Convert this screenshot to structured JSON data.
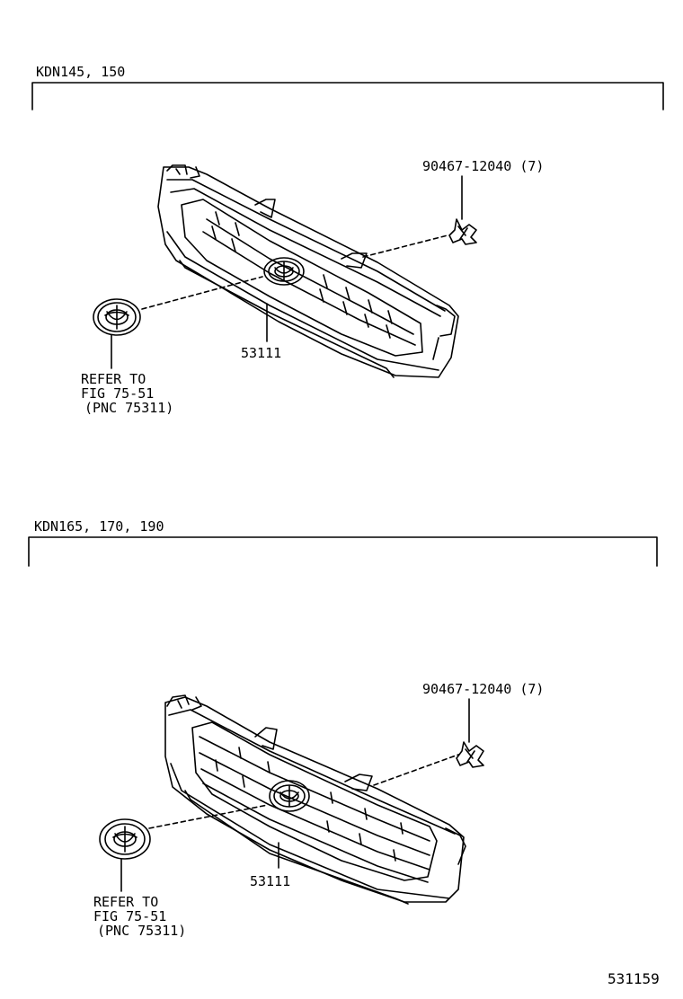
{
  "sections": [
    {
      "model_header": "KDN145, 150",
      "grille_part_no": "53111",
      "clip_part_no": "90467-12040 (7)",
      "emblem_ref_lines": [
        "REFER TO",
        "FIG 75-51",
        "(PNC 75311)"
      ]
    },
    {
      "model_header": "KDN165, 170, 190",
      "grille_part_no": "53111",
      "clip_part_no": "90467-12040 (7)",
      "emblem_ref_lines": [
        "REFER TO",
        "FIG 75-51",
        "(PNC 75311)"
      ]
    }
  ],
  "illustration_id": "531159"
}
